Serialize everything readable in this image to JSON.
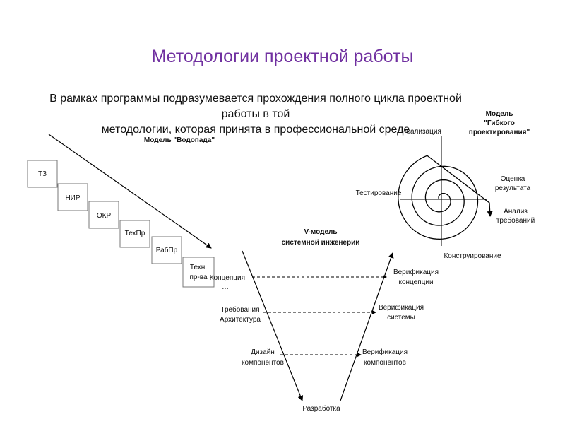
{
  "title": "Методологии проектной работы",
  "intro": {
    "line1": "В рамках программы подразумевается прохождения полного цикла проектной работы в той",
    "line2": "методологии, которая принята в профессиональной среде"
  },
  "waterfall": {
    "title": "Модель \"Водопада\"",
    "steps": [
      {
        "label1": "ТЗ",
        "label2": ""
      },
      {
        "label1": "НИР",
        "label2": ""
      },
      {
        "label1": "ОКР",
        "label2": ""
      },
      {
        "label1": "ТехПр",
        "label2": ""
      },
      {
        "label1": "РабПр",
        "label2": ""
      },
      {
        "label1": "Техн.",
        "label2": "пр-ва"
      }
    ]
  },
  "vmodel": {
    "title_line1": "V-модель",
    "title_line2": "системной инженерии",
    "left": [
      {
        "line1": "Концепция",
        "line2": "…"
      },
      {
        "line1": "Требования",
        "line2": "Архитектура"
      },
      {
        "line1": "Дизайн",
        "line2": "компонентов"
      }
    ],
    "right": [
      {
        "line1": "Верификация",
        "line2": "концепции"
      },
      {
        "line1": "Верификация",
        "line2": "системы"
      },
      {
        "line1": "Верификация",
        "line2": "компонентов"
      }
    ],
    "bottom": "Разработка"
  },
  "spiral": {
    "title_line1": "Модель",
    "title_line2": "\"Гибкого",
    "title_line3": "проектирования\"",
    "top": "Реализация",
    "right1_line1": "Оценка",
    "right1_line2": "результата",
    "right2_line1": "Анализ",
    "right2_line2": "требований",
    "left": "Тестирование",
    "bottom": "Конструирование"
  }
}
